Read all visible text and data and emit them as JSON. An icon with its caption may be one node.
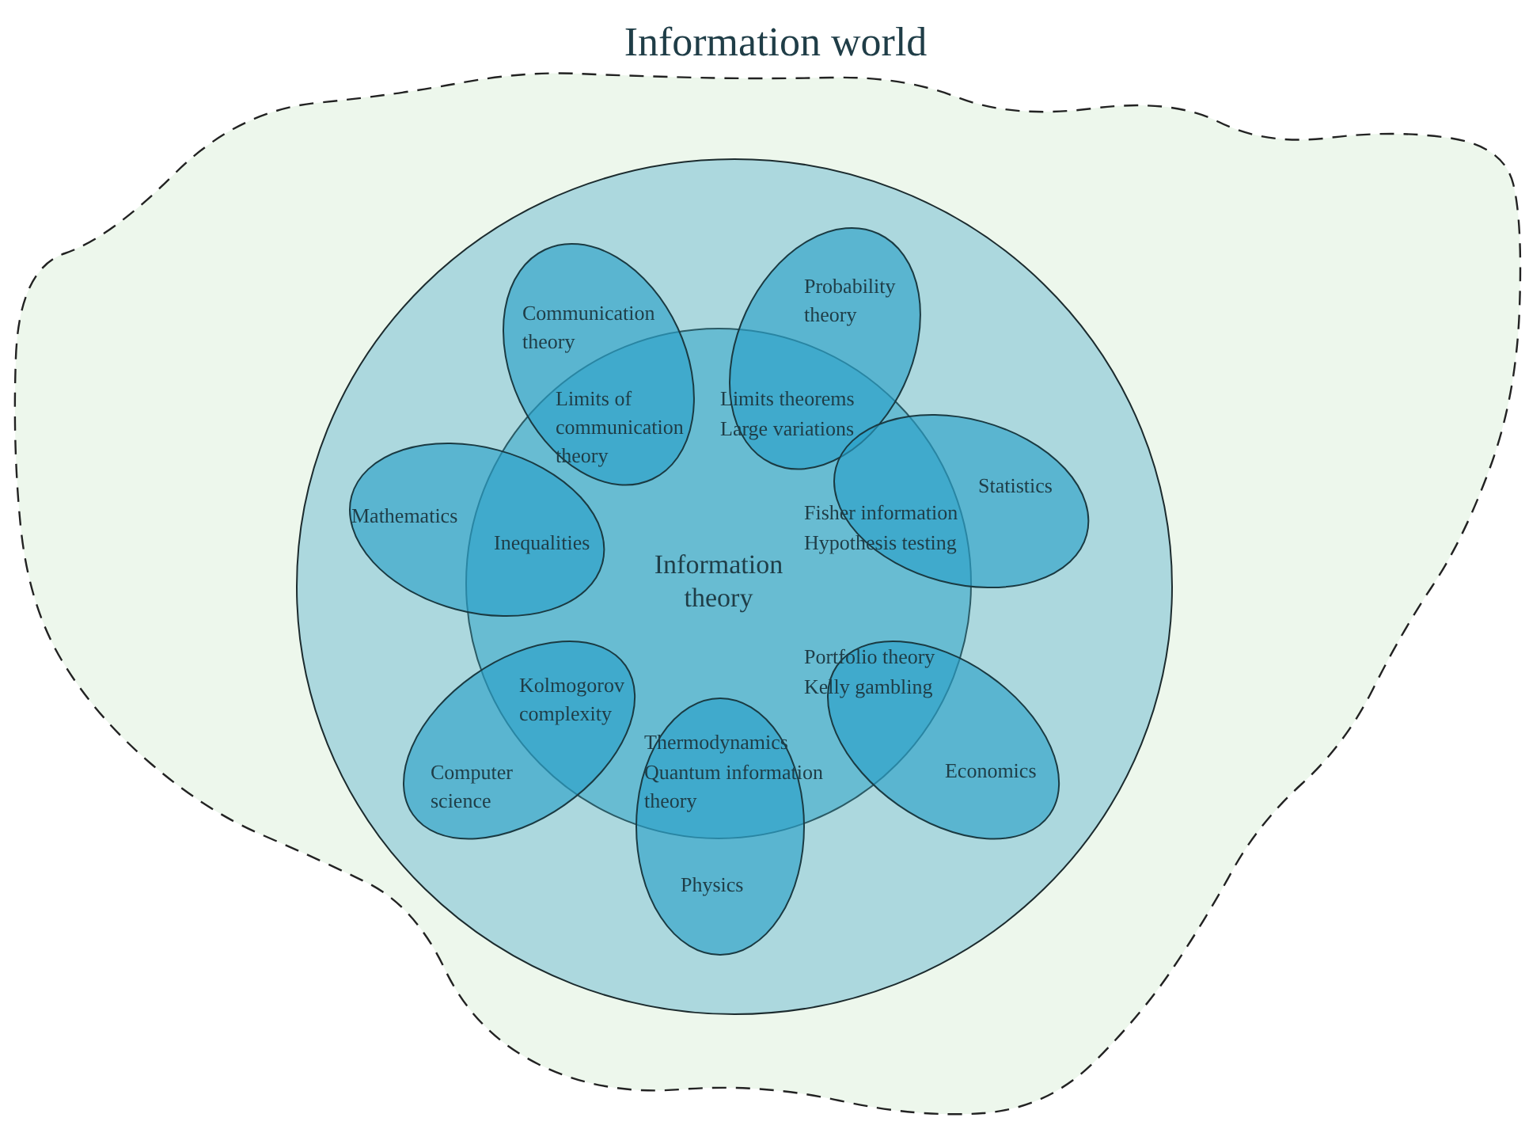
{
  "diagram": {
    "nodes": [
      {
        "text": [
          "Information world"
        ]
      },
      {
        "text": [],
        "shape": "circle",
        "in": 0
      },
      {
        "text": [
          "Information theory"
        ],
        "in": 1
      },
      {
        "text": [
          "Communication theory"
        ],
        "in": 1
      },
      {
        "text": [
          "Probability theory"
        ],
        "in": 1
      },
      {
        "text": [
          "Mathematics"
        ],
        "in": 1
      },
      {
        "text": [
          "Statistics"
        ],
        "in": 1
      },
      {
        "text": [
          "Computer science"
        ],
        "in": 1
      },
      {
        "text": [
          "Physics"
        ],
        "in": 1
      },
      {
        "text": [
          "Economics"
        ],
        "in": 1
      }
    ],
    "labels": [
      "Limits of communication theory",
      "Limits theorems",
      "Large variations",
      "Inequalities",
      "Fisher information",
      "Hypothesis testing",
      "Portfolio theory",
      "Kelly gambling",
      "Kolmogorov complexity",
      "Thermodynamics",
      "Quantum information theory"
    ]
  }
}
